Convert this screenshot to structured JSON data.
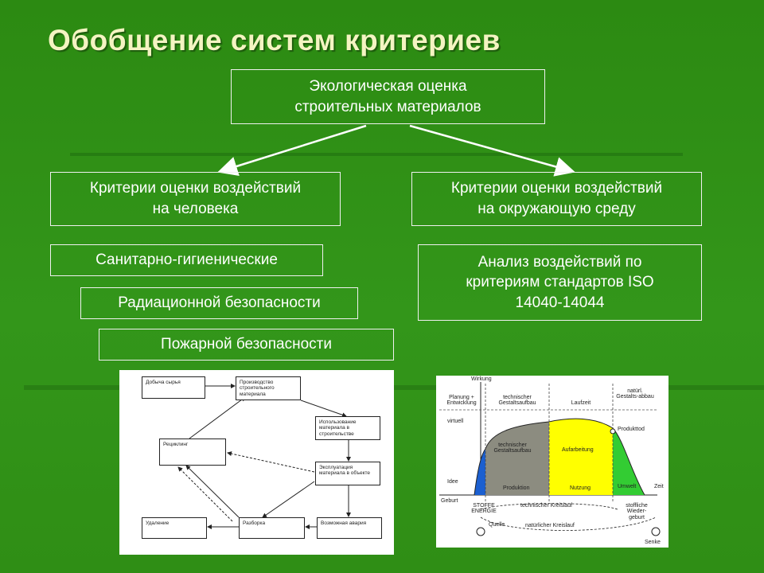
{
  "title": "Обобщение систем критериев",
  "root": {
    "line1": "Экологическая оценка",
    "line2": "строительных материалов"
  },
  "left_branch": {
    "line1": "Критерии оценки воздействий",
    "line2": "на человека"
  },
  "right_branch": {
    "line1": "Критерии оценки воздействий",
    "line2": "на окружающую среду"
  },
  "left_items": [
    "Санитарно-гигиенические",
    "Радиационной безопасности",
    "Пожарной безопасности"
  ],
  "right_item": {
    "line1": "Анализ воздействий по",
    "line2": "критериям стандартов ISO",
    "line3": "14040-14044"
  },
  "flowchart": {
    "extraction": "Добыча сырья",
    "production": "Производство строительного материала",
    "use": "Использование материала в строительстве",
    "operation": "Эксплуатация материала в объекте",
    "recycling": "Рециклинг",
    "removal": "Удаление",
    "dismantling": "Разборка",
    "accident": "Возможная авария"
  },
  "lifecycle": {
    "y_axis": "Wirkung",
    "phase_planning": "Planung + Entwicklung",
    "phase_technical": "technischer Gestaltsaufbau",
    "phase_runtime": "Laufzeit",
    "phase_natural": "natürl. Gestalts-abbau",
    "virtual": "virtuell",
    "idea": "Idee",
    "birth": "Geburt",
    "stage_tech": "technischer Gestaltsaufbau",
    "stage_prep": "Aufarbeitung",
    "product_death": "Produkttod",
    "production": "Produktion",
    "usage": "Nutzung",
    "environment": "Umwelt",
    "materials_energy": "STOFFE ENERGIE",
    "source": "Quelle",
    "tech_cycle": "technischer Kreislauf",
    "natural_cycle": "natürlicher Kreislauf",
    "rebirth": "stoffliche Wieder-geburt",
    "sink": "Senke",
    "axis_end": "Zeit",
    "colors": {
      "idea": "#1b5fd0",
      "production": "#8c8c80",
      "usage": "#ffff00",
      "environment": "#33cc33"
    }
  }
}
